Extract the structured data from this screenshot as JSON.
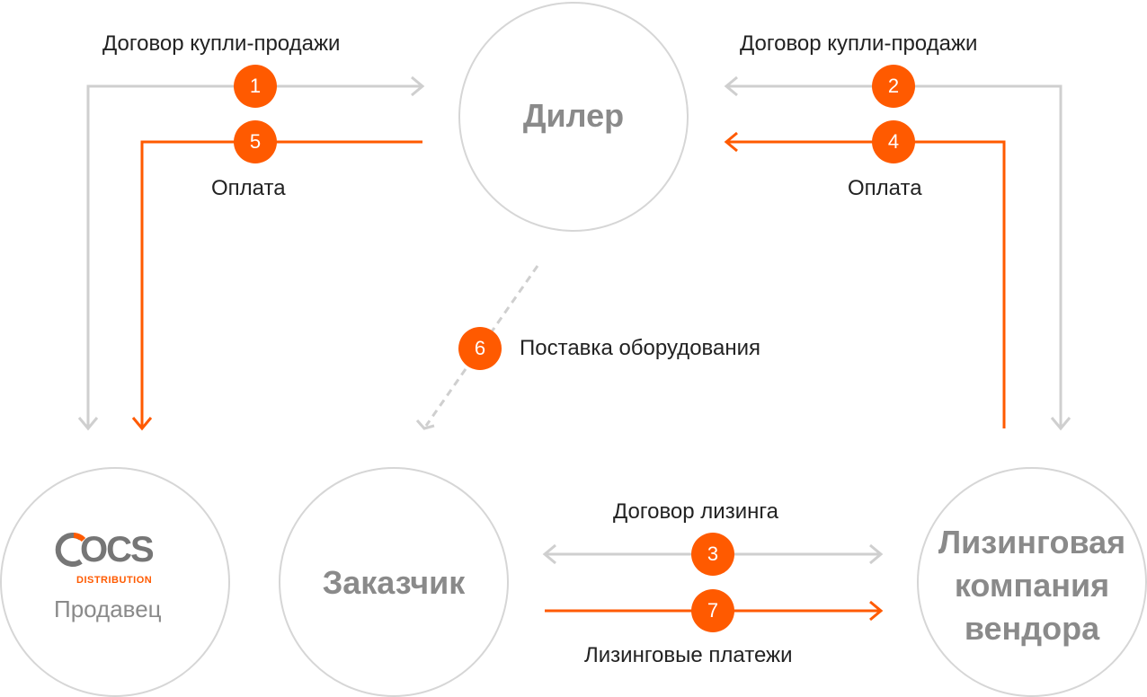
{
  "nodes": {
    "dealer": "Дилер",
    "customer": "Заказчик",
    "leasing_company": "Лизинговая\nкомпания\nвендора",
    "seller_label": "Продавец"
  },
  "logo": {
    "wordmark": "OCS",
    "subline": "DISTRIBUTION"
  },
  "edges": {
    "sales_contract_left": "Договор купли-продажи",
    "sales_contract_right": "Договор купли-продажи",
    "payment_left": "Оплата",
    "payment_right": "Оплата",
    "equipment_delivery": "Поставка оборудования",
    "leasing_contract": "Договор лизинга",
    "leasing_payments": "Лизинговые платежи"
  },
  "steps": {
    "step1": "1",
    "step2": "2",
    "step3": "3",
    "step4": "4",
    "step5": "5",
    "step6": "6",
    "step7": "7"
  },
  "colors": {
    "accent": "#ff5a00",
    "gray_line": "#cfcfcf",
    "node_border": "#d6d6d6",
    "node_text": "#8a8a8a",
    "text": "#222222"
  }
}
